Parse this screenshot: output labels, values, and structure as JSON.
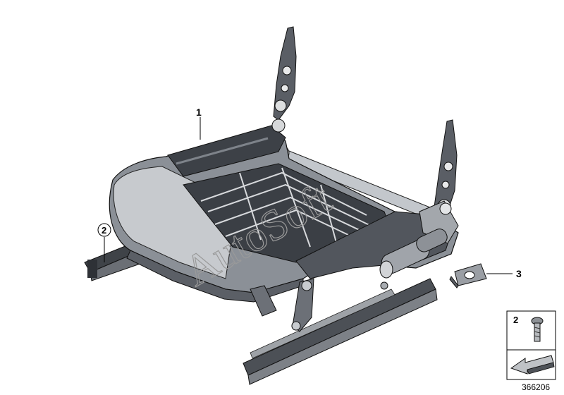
{
  "callouts": [
    {
      "id": "1",
      "label": "1",
      "circled": false
    },
    {
      "id": "2",
      "label": "2",
      "circled": true
    },
    {
      "id": "3",
      "label": "3",
      "circled": false
    }
  ],
  "legend": {
    "item_number": "2",
    "item_icon": "screw-icon",
    "direction_icon": "arrow-icon"
  },
  "diagram_number": "366206",
  "watermark": "AutoSoft",
  "colors": {
    "frame_dark": "#4a4e55",
    "frame_mid": "#8a8f96",
    "frame_light": "#c9ccd0",
    "rail": "#6b6f75",
    "rod": "#bfc3c8",
    "line": "#000000"
  }
}
